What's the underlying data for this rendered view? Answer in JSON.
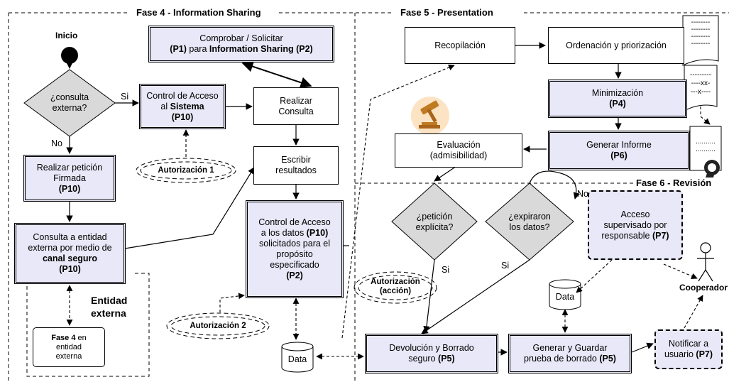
{
  "phases": {
    "fase4": "Fase 4 - Information Sharing",
    "fase5": "Fase 5 - Presentation",
    "fase6": "Fase 6 - Revisión"
  },
  "start": {
    "label": "Inicio"
  },
  "decisions": {
    "consulta": [
      "¿consulta",
      "externa?"
    ],
    "peticion": [
      "¿petición",
      "explícita?"
    ],
    "expiraron": [
      "¿expiraron",
      "los datos?"
    ]
  },
  "edge_labels": {
    "si1": "Si",
    "no1": "No",
    "si2": "Si",
    "si3": "Si",
    "no2": "No"
  },
  "boxes": {
    "comprobar": {
      "l1": "Comprobar / Solicitar",
      "l2a": "(P1)",
      "l2b": " para ",
      "l2c": "Information Sharing (P2)"
    },
    "control_sistema": {
      "l1": "Control de Acceso",
      "l2a": "al ",
      "l2b": "Sistema",
      "l3": "(P10)"
    },
    "realizar_consulta": {
      "l1": "Realizar",
      "l2": "Consulta"
    },
    "escribir": {
      "l1": "Escribir",
      "l2": "resultados"
    },
    "realizar_peticion": {
      "l1": "Realizar petición",
      "l2": "Firmada",
      "l3": "(P10)"
    },
    "consulta_entidad": {
      "l1": "Consulta a entidad",
      "l2": "externa por medio de",
      "l3": "canal seguro",
      "l4": "(P10)"
    },
    "control_datos": {
      "l1": "Control de Acceso",
      "l2a": "a los datos ",
      "l2b": "(P10)",
      "l3": "solicitados para el",
      "l4": "propósito",
      "l5": "especificado",
      "l6": "(P2)"
    },
    "fase4_ext": {
      "l1a": "Fase 4",
      "l1b": " en",
      "l2": "entidad",
      "l3": "externa"
    },
    "entidad_externa": {
      "l1": "Entidad",
      "l2": "externa"
    },
    "recopilacion": {
      "l1": "Recopilación"
    },
    "ordenacion": {
      "l1": "Ordenación y priorización"
    },
    "minimizacion": {
      "l1": "Minimización",
      "l2": "(P4)"
    },
    "generar_informe": {
      "l1": "Generar Informe",
      "l2": "(P6)"
    },
    "evaluacion": {
      "l1": "Evaluación",
      "l2": "(admisibilidad)"
    },
    "acceso_supervisado": {
      "l1": "Acceso",
      "l2": "supervisado por",
      "l3a": "responsable ",
      "l3b": "(P7)"
    },
    "devolucion": {
      "l1": "Devolución y Borrado",
      "l2a": "seguro ",
      "l2b": "(P5)"
    },
    "generar_guardar": {
      "l1": "Generar y Guardar",
      "l2a": "prueba de borrado ",
      "l2b": "(P5)"
    },
    "notificar": {
      "l1": "Notificar a",
      "l2a": "usuario ",
      "l2b": "(P7)"
    }
  },
  "authorizations": {
    "a1": "Autorización 1",
    "a2": "Autorización 2",
    "a3_l1": "Autorización",
    "a3_l2": "(acción)"
  },
  "data_stores": {
    "d1": "Data",
    "d2": "Data"
  },
  "documents": {
    "doc1": [
      "--------",
      "--------",
      "--------",
      "--------"
    ],
    "doc2": [
      "---------",
      "----xx-",
      "---x----"
    ],
    "doc3": [
      "..........",
      ".........."
    ]
  },
  "actor": {
    "label": "Cooperador"
  },
  "colors": {
    "box_fill": "#e8e8f8",
    "decision_fill": "#d9d9d9",
    "gavel_bg": "#fbe3c4",
    "gavel": "#c07a22"
  },
  "icons": [
    "gavel-icon",
    "seal-icon",
    "stick-figure-icon"
  ]
}
